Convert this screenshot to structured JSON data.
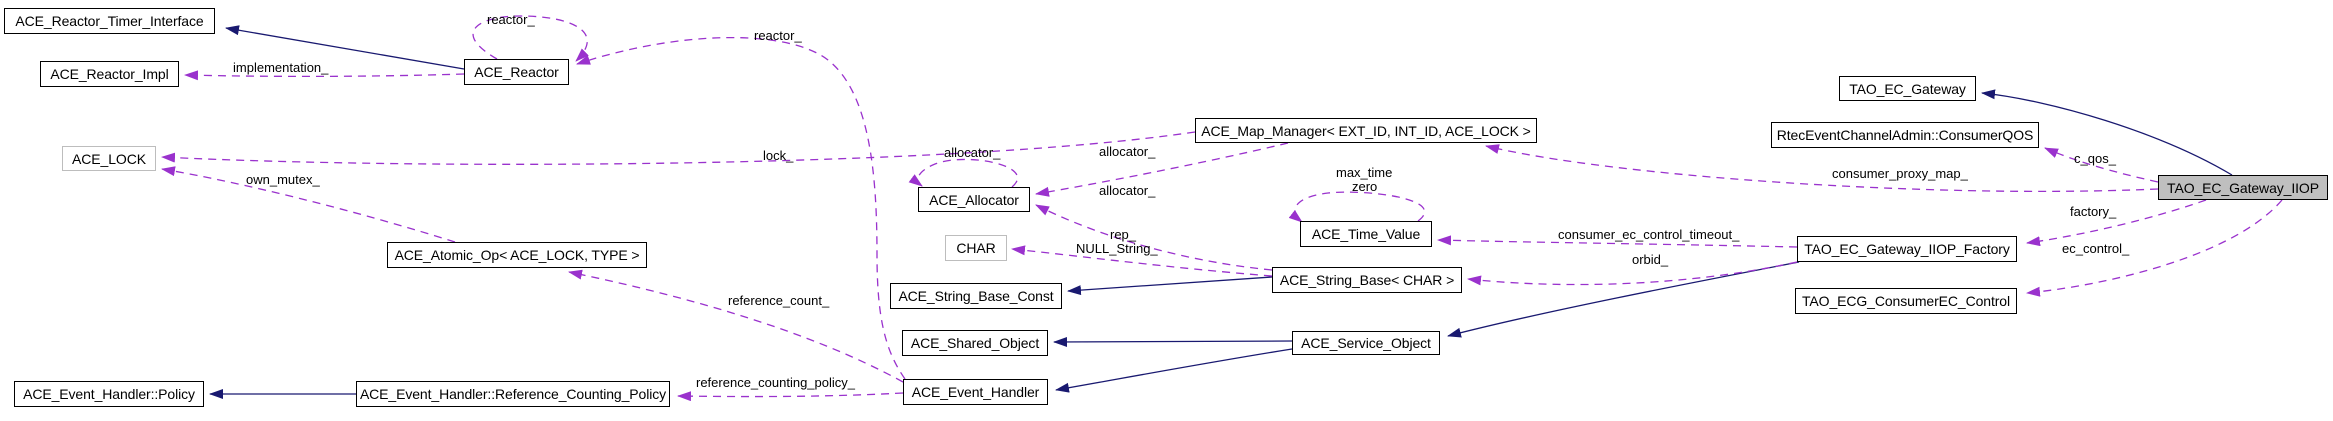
{
  "diagram": {
    "kind": "class-collaboration-graph",
    "focus_class": "TAO_EC_Gateway_IIOP",
    "colors": {
      "background": "#ffffff",
      "inheritance_edge": "#191970",
      "usage_edge": "#9a32cd",
      "node_border": "#000000",
      "template_node_border": "#bdbdbd",
      "node_fill": "#ffffff",
      "focus_node_fill": "#bfbfbf",
      "text": "#000000"
    },
    "nodes": [
      {
        "label": "ACE_Reactor_Timer_Interface",
        "kind": "normal"
      },
      {
        "label": "ACE_Reactor_Impl",
        "kind": "normal"
      },
      {
        "label": "ACE_Reactor",
        "kind": "normal"
      },
      {
        "label": "ACE_LOCK",
        "kind": "template"
      },
      {
        "label": "ACE_Map_Manager< EXT_ID, INT_ID, ACE_LOCK >",
        "kind": "normal"
      },
      {
        "label": "ACE_Allocator",
        "kind": "normal"
      },
      {
        "label": "CHAR",
        "kind": "template"
      },
      {
        "label": "ACE_Time_Value",
        "kind": "normal"
      },
      {
        "label": "ACE_String_Base< CHAR >",
        "kind": "normal"
      },
      {
        "label": "ACE_String_Base_Const",
        "kind": "normal"
      },
      {
        "label": "ACE_Shared_Object",
        "kind": "normal"
      },
      {
        "label": "ACE_Service_Object",
        "kind": "normal"
      },
      {
        "label": "ACE_Atomic_Op< ACE_LOCK, TYPE >",
        "kind": "normal"
      },
      {
        "label": "ACE_Event_Handler::Policy",
        "kind": "normal"
      },
      {
        "label": "ACE_Event_Handler::Reference_Counting_Policy",
        "kind": "normal"
      },
      {
        "label": "ACE_Event_Handler",
        "kind": "normal"
      },
      {
        "label": "TAO_EC_Gateway",
        "kind": "normal"
      },
      {
        "label": "RtecEventChannelAdmin::ConsumerQOS",
        "kind": "normal"
      },
      {
        "label": "TAO_EC_Gateway_IIOP",
        "kind": "focus"
      },
      {
        "label": "TAO_EC_Gateway_IIOP_Factory",
        "kind": "normal"
      },
      {
        "label": "TAO_ECG_ConsumerEC_Control",
        "kind": "normal"
      }
    ],
    "edge_labels": [
      {
        "text": "reactor_"
      },
      {
        "text": "implementation_"
      },
      {
        "text": "reactor_"
      },
      {
        "text": "lock_"
      },
      {
        "text": "allocator_"
      },
      {
        "text": "allocator_"
      },
      {
        "text": "allocator_"
      },
      {
        "text": "max_time"
      },
      {
        "text": "zero"
      },
      {
        "text": "rep_"
      },
      {
        "text": "NULL_String_"
      },
      {
        "text": "consumer_ec_control_timeout_"
      },
      {
        "text": "orbid_"
      },
      {
        "text": "c_qos_"
      },
      {
        "text": "consumer_proxy_map_"
      },
      {
        "text": "factory_"
      },
      {
        "text": "ec_control_"
      },
      {
        "text": "own_mutex_"
      },
      {
        "text": "reference_count_"
      },
      {
        "text": "reference_counting_policy_"
      }
    ],
    "edges": [
      {
        "from": "ACE_Reactor",
        "to": "ACE_Reactor_Timer_Interface",
        "style": "inheritance",
        "label": ""
      },
      {
        "from": "ACE_String_Base< CHAR >",
        "to": "ACE_String_Base_Const",
        "style": "inheritance",
        "label": ""
      },
      {
        "from": "ACE_Service_Object",
        "to": "ACE_Shared_Object",
        "style": "inheritance",
        "label": ""
      },
      {
        "from": "ACE_Service_Object",
        "to": "ACE_Event_Handler",
        "style": "inheritance",
        "label": ""
      },
      {
        "from": "ACE_Event_Handler::Reference_Counting_Policy",
        "to": "ACE_Event_Handler::Policy",
        "style": "inheritance",
        "label": ""
      },
      {
        "from": "TAO_EC_Gateway_IIOP",
        "to": "TAO_EC_Gateway",
        "style": "inheritance",
        "label": ""
      },
      {
        "from": "TAO_EC_Gateway_IIOP_Factory",
        "to": "ACE_Service_Object",
        "style": "inheritance",
        "label": ""
      },
      {
        "from": "ACE_Reactor",
        "to": "ACE_Reactor",
        "style": "usage",
        "label": "reactor_"
      },
      {
        "from": "ACE_Reactor",
        "to": "ACE_Reactor_Impl",
        "style": "usage",
        "label": "implementation_"
      },
      {
        "from": "ACE_Event_Handler",
        "to": "ACE_Reactor",
        "style": "usage",
        "label": "reactor_"
      },
      {
        "from": "ACE_Map_Manager< EXT_ID, INT_ID, ACE_LOCK >",
        "to": "ACE_LOCK",
        "style": "usage",
        "label": "lock_"
      },
      {
        "from": "ACE_Allocator",
        "to": "ACE_Allocator",
        "style": "usage",
        "label": "allocator_"
      },
      {
        "from": "ACE_Map_Manager< EXT_ID, INT_ID, ACE_LOCK >",
        "to": "ACE_Allocator",
        "style": "usage",
        "label": "allocator_"
      },
      {
        "from": "ACE_String_Base< CHAR >",
        "to": "ACE_Allocator",
        "style": "usage",
        "label": "allocator_"
      },
      {
        "from": "ACE_Time_Value",
        "to": "ACE_Time_Value",
        "style": "usage",
        "label": "max_time zero"
      },
      {
        "from": "ACE_String_Base< CHAR >",
        "to": "CHAR",
        "style": "usage",
        "label": "rep_ NULL_String_"
      },
      {
        "from": "TAO_EC_Gateway_IIOP_Factory",
        "to": "ACE_Time_Value",
        "style": "usage",
        "label": "consumer_ec_control_timeout_"
      },
      {
        "from": "TAO_EC_Gateway_IIOP_Factory",
        "to": "ACE_String_Base< CHAR >",
        "style": "usage",
        "label": "orbid_"
      },
      {
        "from": "TAO_EC_Gateway_IIOP",
        "to": "RtecEventChannelAdmin::ConsumerQOS",
        "style": "usage",
        "label": "c_qos_"
      },
      {
        "from": "TAO_EC_Gateway_IIOP",
        "to": "ACE_Map_Manager< EXT_ID, INT_ID, ACE_LOCK >",
        "style": "usage",
        "label": "consumer_proxy_map_"
      },
      {
        "from": "TAO_EC_Gateway_IIOP",
        "to": "TAO_EC_Gateway_IIOP_Factory",
        "style": "usage",
        "label": "factory_"
      },
      {
        "from": "TAO_EC_Gateway_IIOP",
        "to": "TAO_ECG_ConsumerEC_Control",
        "style": "usage",
        "label": "ec_control_"
      },
      {
        "from": "ACE_Atomic_Op< ACE_LOCK, TYPE >",
        "to": "ACE_LOCK",
        "style": "usage",
        "label": "own_mutex_"
      },
      {
        "from": "ACE_Event_Handler",
        "to": "ACE_Atomic_Op< ACE_LOCK, TYPE >",
        "style": "usage",
        "label": "reference_count_"
      },
      {
        "from": "ACE_Event_Handler",
        "to": "ACE_Event_Handler::Reference_Counting_Policy",
        "style": "usage",
        "label": "reference_counting_policy_"
      }
    ]
  }
}
